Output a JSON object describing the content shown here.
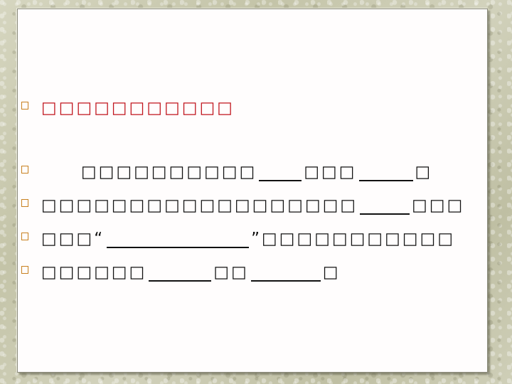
{
  "lines": [
    {
      "id": "line1",
      "parts": [
        {
          "t": "□□□□□□□□□□□"
        }
      ]
    },
    {
      "id": "line2",
      "parts": [
        {
          "t": "□□□□□□□□□□"
        },
        {
          "blank": 60
        },
        {
          "t": "□□□"
        },
        {
          "blank": 76
        },
        {
          "t": "□"
        }
      ]
    },
    {
      "id": "line3",
      "parts": [
        {
          "t": "□□□□□□□□□□□□□□□□□□"
        },
        {
          "blank": 70
        },
        {
          "t": "□□□"
        }
      ]
    },
    {
      "id": "line4",
      "parts": [
        {
          "t": "□□□"
        },
        {
          "t": "“"
        },
        {
          "blank": 200
        },
        {
          "t": "”"
        },
        {
          "t": "□□□□□□□□□□□"
        }
      ]
    },
    {
      "id": "line5",
      "parts": [
        {
          "t": "□□□□□□"
        },
        {
          "blank": 88
        },
        {
          "t": "□□"
        },
        {
          "blank": 98
        },
        {
          "t": "□"
        }
      ]
    }
  ],
  "colors": {
    "title": "#c0141c",
    "bullet": "#c8801f",
    "text": "#111111"
  }
}
